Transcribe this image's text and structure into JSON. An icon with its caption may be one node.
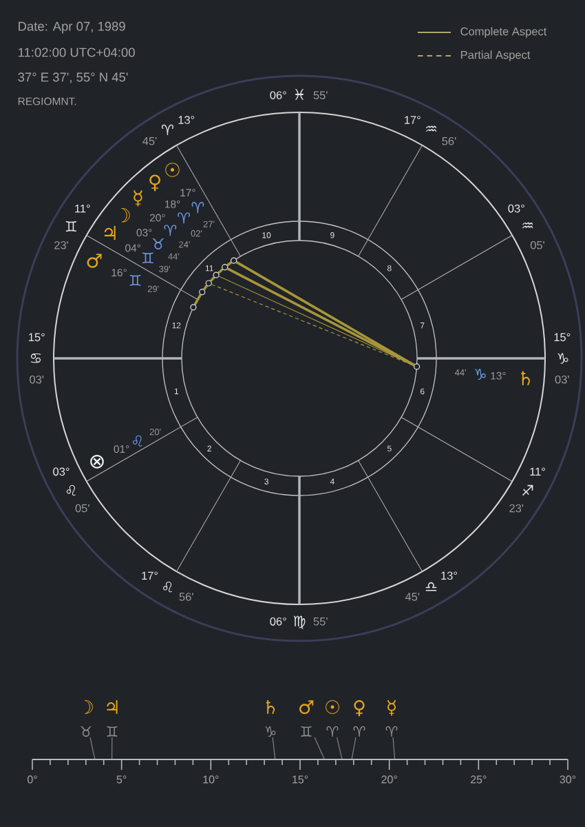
{
  "diagram": {
    "nodes": [
      {
        "text": [],
        "shape": "circle"
      },
      {
        "text": [],
        "shape": "circle"
      },
      {
        "text": [],
        "shape": "circle"
      },
      {
        "text": [],
        "shape": "circle"
      },
      {
        "text": [],
        "shape": "circle"
      },
      {
        "text": [],
        "shape": "circle"
      },
      {
        "text": [],
        "shape": "circle"
      },
      {
        "text": [
          "☽",
          "♉"
        ]
      },
      {
        "text": [
          "♃",
          "♊"
        ]
      },
      {
        "text": [
          "♄",
          "♑"
        ]
      },
      {
        "text": [
          "♂",
          "♊"
        ]
      },
      {
        "text": [
          "☉",
          "♈"
        ]
      },
      {
        "text": [
          "♀",
          "♈"
        ]
      },
      {
        "text": [
          "☿",
          "♈"
        ]
      }
    ],
    "edges": [
      {
        "from": 0,
        "to": 6,
        "arrow": "none",
        "style": "thick"
      },
      {
        "from": 1,
        "to": 6,
        "arrow": "none",
        "style": "thick"
      },
      {
        "from": 2,
        "to": 6,
        "arrow": "none"
      },
      {
        "from": 3,
        "to": 6,
        "arrow": "none",
        "style": "dashed"
      },
      {
        "from": 5,
        "to": 4,
        "arrow": "none",
        "style": "thick"
      },
      {
        "from": 4,
        "to": 3,
        "arrow": "none",
        "style": "thick"
      },
      {
        "from": 3,
        "to": 2,
        "arrow": "none",
        "style": "thick"
      },
      {
        "from": 2,
        "to": 1,
        "arrow": "none",
        "style": "thick"
      },
      {
        "from": 1,
        "to": 0,
        "arrow": "none",
        "style": "thick"
      },
      {
        "from": 7,
        "to": null,
        "arrow": "none",
        "color": "#8c8c8c"
      },
      {
        "from": 8,
        "to": null,
        "arrow": "none",
        "color": "#8c8c8c"
      },
      {
        "from": 9,
        "to": null,
        "arrow": "none",
        "color": "#8c8c8c"
      },
      {
        "from": 10,
        "to": null,
        "arrow": "none",
        "color": "#8c8c8c"
      },
      {
        "from": 11,
        "to": null,
        "arrow": "none",
        "color": "#8c8c8c"
      },
      {
        "from": 12,
        "to": null,
        "arrow": "none",
        "color": "#8c8c8c"
      },
      {
        "from": 13,
        "to": null,
        "arrow": "none",
        "color": "#8c8c8c"
      }
    ],
    "labels": [
      "Date: Apr 07, 1989",
      "11:02:00 UTC+04:00",
      "37° E 37', 55° N 45'",
      "REGIOMNT.",
      "06°",
      "♓",
      "55'",
      "13°",
      "♈",
      "45'",
      "17°",
      "♒",
      "56'",
      "11°",
      "♊",
      "23'",
      "03°",
      "♒",
      "05'",
      "15°",
      "♋",
      "03'",
      "15°",
      "♑",
      "03'",
      "03°",
      "♌",
      "05'",
      "11°",
      "♐",
      "23'",
      "17°",
      "♌",
      "56'",
      "13°",
      "♎",
      "45'",
      "06°",
      "♍",
      "55'",
      "10",
      "9",
      "11",
      "8",
      "12",
      "7",
      "1",
      "6",
      "2",
      "5",
      "3",
      "4",
      "☉",
      "17°",
      "♈",
      "27'",
      "♀",
      "18°",
      "♈",
      "02'",
      "☿",
      "20°",
      "♈",
      "24'",
      "☽",
      "03°",
      "♉",
      "44'",
      "♃",
      "04°",
      "♊",
      "39'",
      "♂",
      "16°",
      "♊",
      "29'",
      "♄",
      "13°",
      "♑",
      "44'",
      "⊗",
      "01°",
      "♌",
      "20'",
      "0°",
      "5°",
      "10°",
      "15°",
      "20°",
      "25°",
      "30°"
    ],
    "legend": [
      {
        "text": "Complete Aspect"
      },
      {
        "text": "Partial Aspect"
      }
    ]
  }
}
